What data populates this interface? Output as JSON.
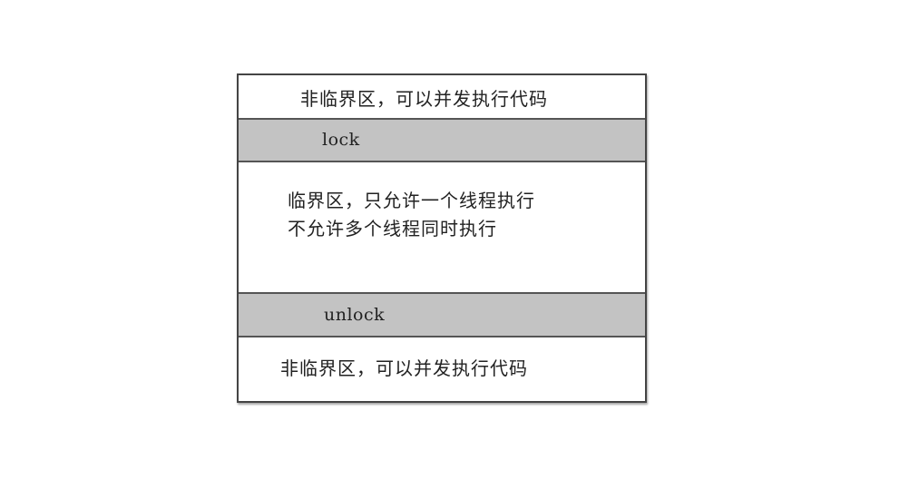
{
  "diagram": {
    "sections": [
      {
        "label": "非临界区，可以并发执行代码"
      },
      {
        "label": "lock"
      },
      {
        "lines": [
          "临界区，只允许一个线程执行",
          "不允许多个线程同时执行"
        ]
      },
      {
        "label": "unlock"
      },
      {
        "label": "非临界区，可以并发执行代码"
      }
    ],
    "colors": {
      "lock_band": "#c3c3c3",
      "border": "#444444"
    }
  }
}
